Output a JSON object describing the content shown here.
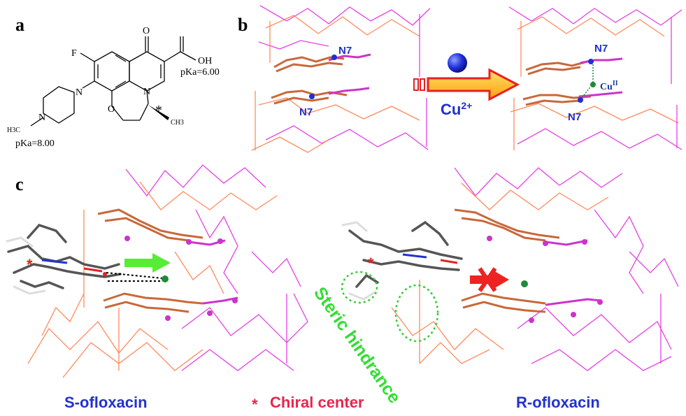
{
  "panel_labels": {
    "a": "a",
    "b": "b",
    "c": "c"
  },
  "panel_a": {
    "atoms": {
      "O_top": "O",
      "OH": "OH",
      "F": "F",
      "N_ring": "N",
      "N_pip_top": "N",
      "N_pip_bottom": "N",
      "O_ring": "O",
      "CH3_left": "H3C",
      "CH3_right": "CH3",
      "chiral_mark": "*"
    },
    "pka_acid": "pKa=6.00",
    "pka_base": "pKa=8.00"
  },
  "panel_b": {
    "n7_labels": [
      "N7",
      "N7",
      "N7",
      "N7"
    ],
    "cu_label": "Cu",
    "cu_sup": "II",
    "ion_label": "Cu",
    "ion_sup": "2+"
  },
  "panel_c": {
    "steric_label": "Steric hindrance",
    "s_label": "S-ofloxacin",
    "r_label": "R-ofloxacin",
    "chiral_star": "*",
    "chiral_label": "Chiral center"
  },
  "colors": {
    "orange_strand": "#ff8a5c",
    "magenta_strand": "#e63fe6",
    "copper_ion": "#2233dd",
    "copper_bound": "#1f8a3a",
    "green_arrow": "#55ee33",
    "red_cross": "#ee2222",
    "arrow_fill": "#ffbf1a",
    "arrow_edge": "#e82020"
  }
}
